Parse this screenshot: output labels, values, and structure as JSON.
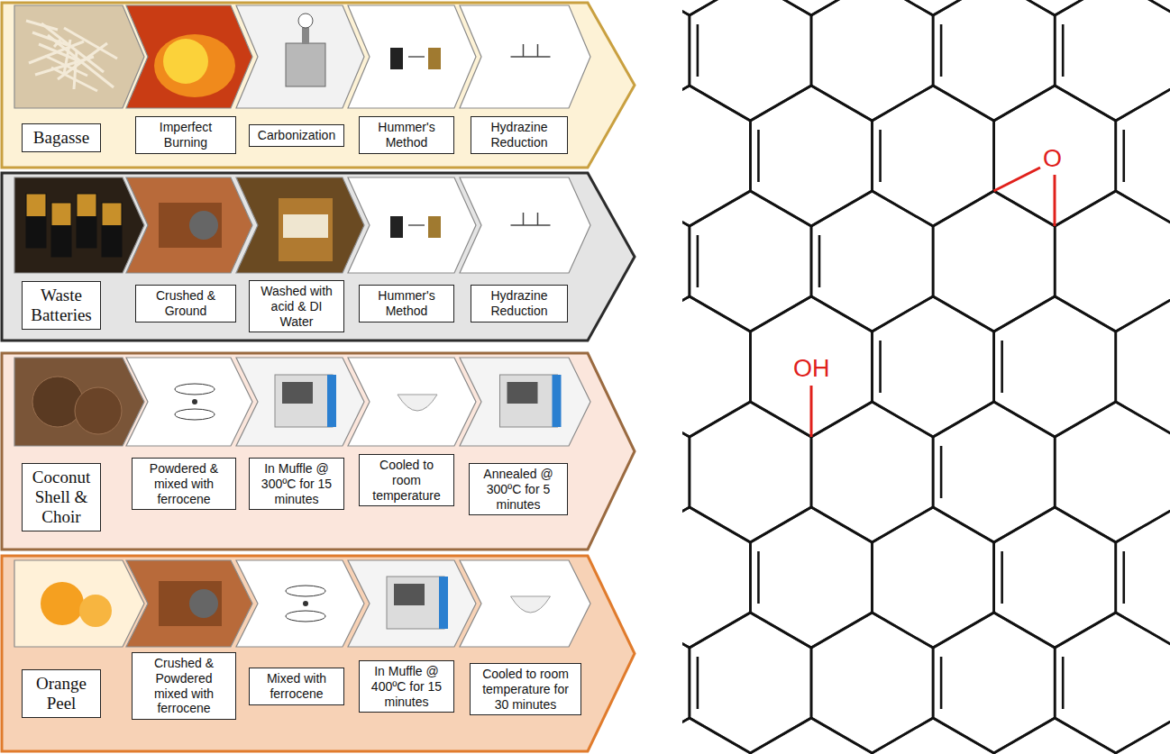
{
  "diagram": {
    "nodes": [
      {
        "text": [
          "Bagasse"
        ]
      },
      {
        "text": [
          "Imperfect Burning"
        ]
      },
      {
        "text": [
          "Carbonization"
        ]
      },
      {
        "text": [
          "Hummer's Method"
        ]
      },
      {
        "text": [
          "Hydrazine Reduction"
        ]
      },
      {
        "text": [
          "Waste Batteries"
        ]
      },
      {
        "text": [
          "Crushed & Ground"
        ]
      },
      {
        "text": [
          "Washed with acid & DI Water"
        ]
      },
      {
        "text": [
          "Hummer's Method"
        ]
      },
      {
        "text": [
          "Hydrazine Reduction"
        ]
      },
      {
        "text": [
          "Coconut Shell & Choir"
        ]
      },
      {
        "text": [
          "Powdered & mixed with ferrocene"
        ]
      },
      {
        "text": [
          "In Muffle @ 300ºC for 15 minutes"
        ]
      },
      {
        "text": [
          "Cooled to room temperature"
        ]
      },
      {
        "text": [
          "Annealed @ 300ºC for 5 minutes"
        ]
      },
      {
        "text": [
          "Orange Peel"
        ]
      },
      {
        "text": [
          "Crushed & Powdered mixed with ferrocene"
        ]
      },
      {
        "text": [
          "Mixed with ferrocene"
        ]
      },
      {
        "text": [
          "In Muffle @ 400ºC for 15 minutes"
        ]
      },
      {
        "text": [
          "Cooled to room temperature for 30 minutes"
        ]
      }
    ],
    "labels": [
      "O",
      "OH"
    ]
  }
}
